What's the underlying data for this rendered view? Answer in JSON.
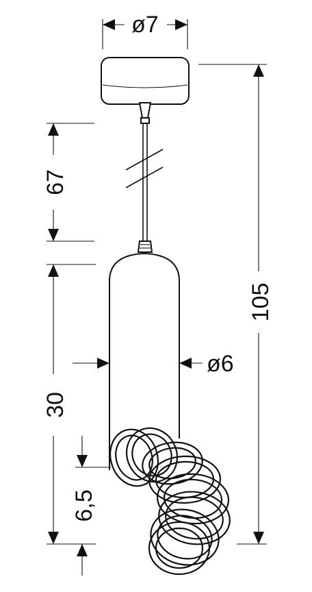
{
  "dimensions": {
    "canopy_diameter": "ø7",
    "cable_length": "67",
    "total_height": "105",
    "shade_diameter": "ø6",
    "shade_height": "30",
    "coil_height": "6,5"
  }
}
